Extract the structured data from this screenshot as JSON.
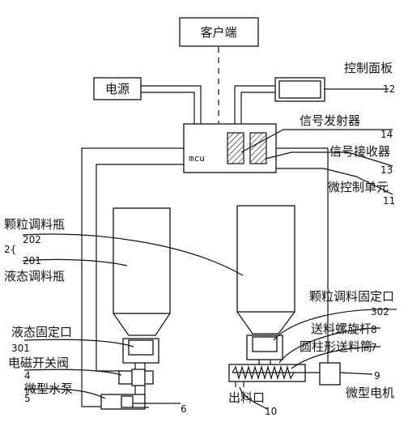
{
  "boxes": {
    "client": "客户端",
    "power": "电源",
    "mcu": "mcu"
  },
  "labels": {
    "control_panel": "控制面板",
    "signal_transmitter": "信号发射器",
    "signal_receiver": "信号接收器",
    "micro_control_unit": "微控制单元",
    "granule_bottle": "颗粒调料瓶",
    "liquid_bottle": "液态调料瓶",
    "liquid_fixed_port": "液态固定口",
    "solenoid_valve": "电磁开关阀",
    "micro_pump": "微型水泵",
    "granule_fixed_port": "颗粒调料固定口",
    "screw_rod": "送料螺旋杆",
    "cylinder_tube": "圆柱形送料筒",
    "discharge_port": "出料口",
    "micro_motor": "微型电机"
  },
  "numbers": {
    "n12": "12",
    "n14": "14",
    "n13": "13",
    "n11": "11",
    "n2": "2{",
    "n202": "202",
    "n201": "201",
    "n301": "301",
    "n4": "4",
    "n5": "5",
    "n6": "6",
    "n302": "302",
    "n8": "8",
    "n7": "7",
    "n9": "9",
    "n10": "10"
  }
}
